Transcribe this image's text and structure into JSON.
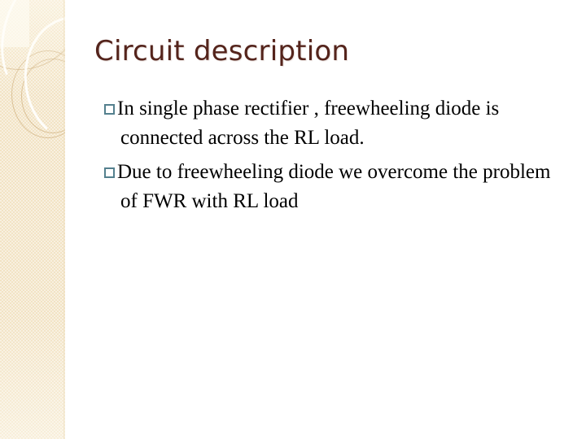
{
  "slide": {
    "title": "Circuit description",
    "title_color": "#54241C",
    "background_color": "#FFFFFF",
    "bullet_color": "#54808E",
    "sidebar_color": "#F2E3C4",
    "body_text_color": "#000000",
    "bullets": [
      {
        "marker": "hollow-square-bullet",
        "text": "In single phase rectifier , freewheeling diode is connected across the RL load."
      },
      {
        "marker": "hollow-square-bullet",
        "text": "Due to freewheeling diode we overcome the problem of FWR with RL load"
      }
    ]
  }
}
